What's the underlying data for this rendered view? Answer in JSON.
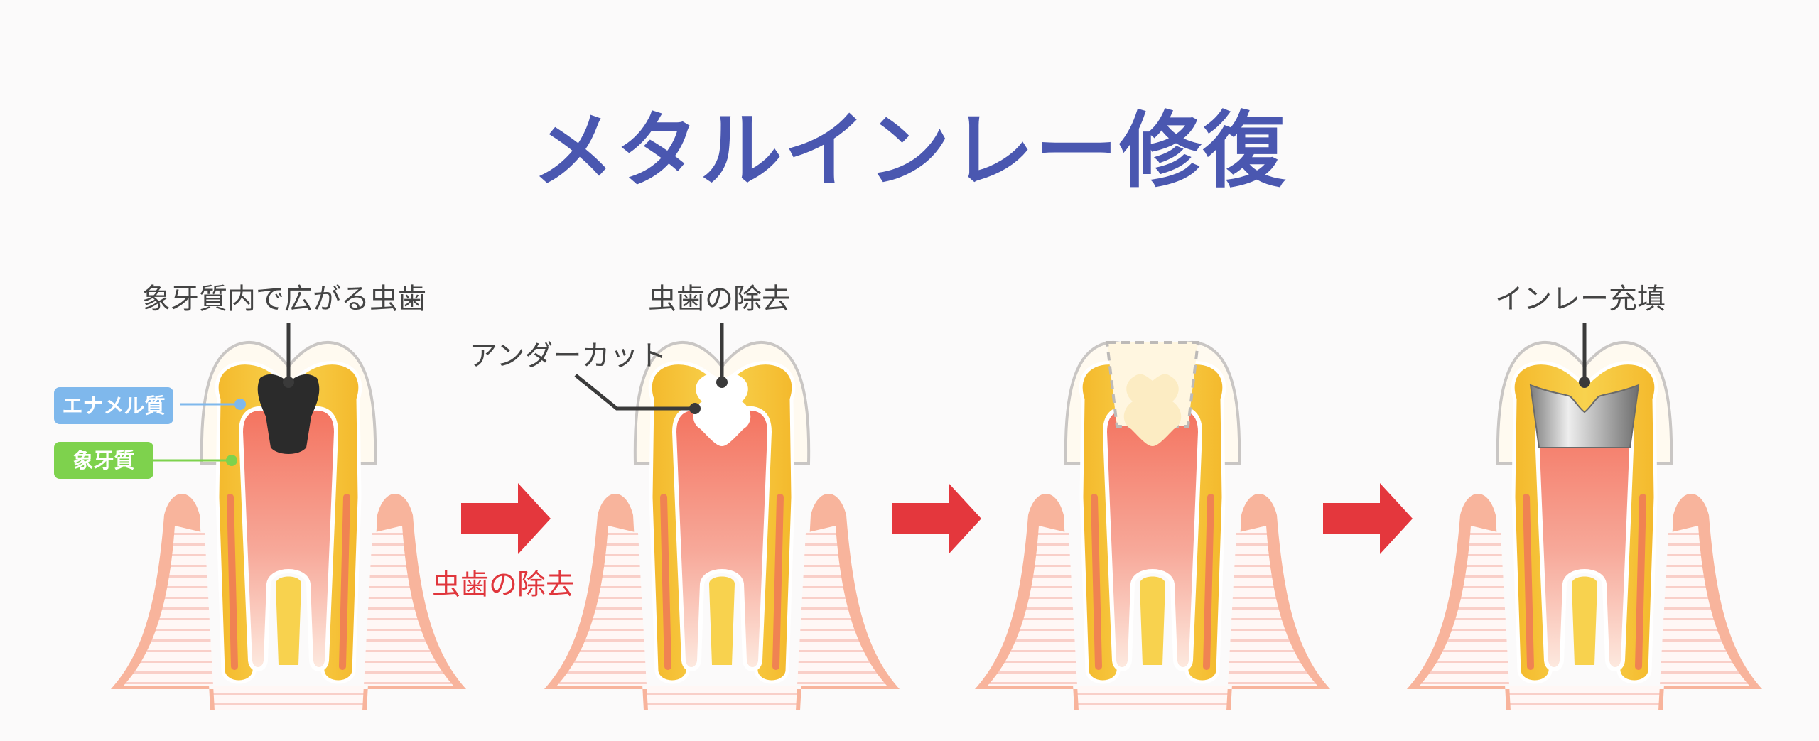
{
  "title": "メタルインレー修復",
  "labels": {
    "caries_spread": "象牙質内で広がる虫歯",
    "caries_removal_top": "虫歯の除去",
    "undercut": "アンダーカット",
    "inlay_filling": "インレー充填",
    "caries_removal_arrow": "虫歯の除去"
  },
  "badges": {
    "enamel": "エナメル質",
    "dentin": "象牙質"
  },
  "colors": {
    "title": "#4a57b0",
    "arrow": "#e4373d",
    "enamel_badge": "#7fb8ec",
    "dentin_badge": "#7ed24d",
    "gum": "#f8b49c",
    "dentin": "#f6c33c",
    "pulp": "#f47a6a",
    "decay": "#2a2a2a",
    "metal": "#a6a6a6"
  },
  "stages": [
    {
      "state": "decay"
    },
    {
      "state": "cavity-with-undercut"
    },
    {
      "state": "prepared-cavity"
    },
    {
      "state": "metal-inlay"
    }
  ]
}
